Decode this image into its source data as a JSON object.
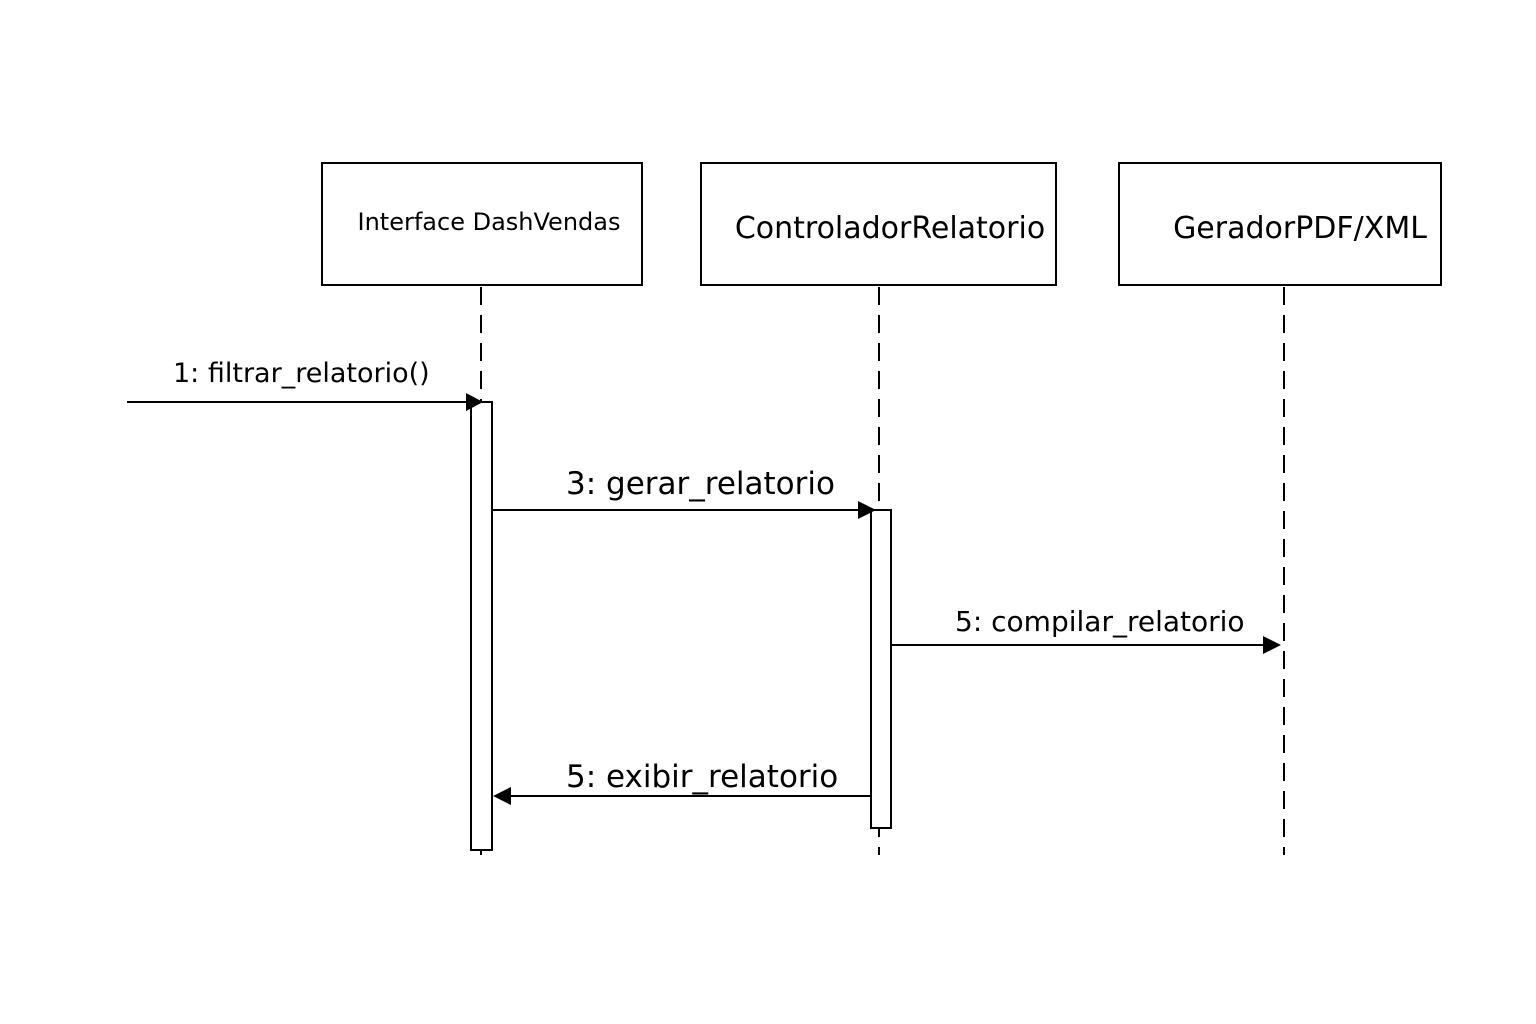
{
  "diagram": {
    "type": "sequence",
    "participants": [
      {
        "id": "interface",
        "label": "Interface DashVendas"
      },
      {
        "id": "controlador",
        "label": "ControladorRelatorio"
      },
      {
        "id": "gerador",
        "label": "GeradorPDF/XML"
      }
    ],
    "messages": [
      {
        "label": "1: filtrar_relatorio()",
        "from": "external",
        "to": "interface"
      },
      {
        "label": "3: gerar_relatorio",
        "from": "interface",
        "to": "controlador"
      },
      {
        "label": "5: compilar_relatorio",
        "from": "controlador",
        "to": "gerador"
      },
      {
        "label": "5: exibir_relatorio",
        "from": "controlador",
        "to": "interface"
      }
    ],
    "colors": {
      "line": "#000000",
      "background": "#ffffff"
    }
  }
}
